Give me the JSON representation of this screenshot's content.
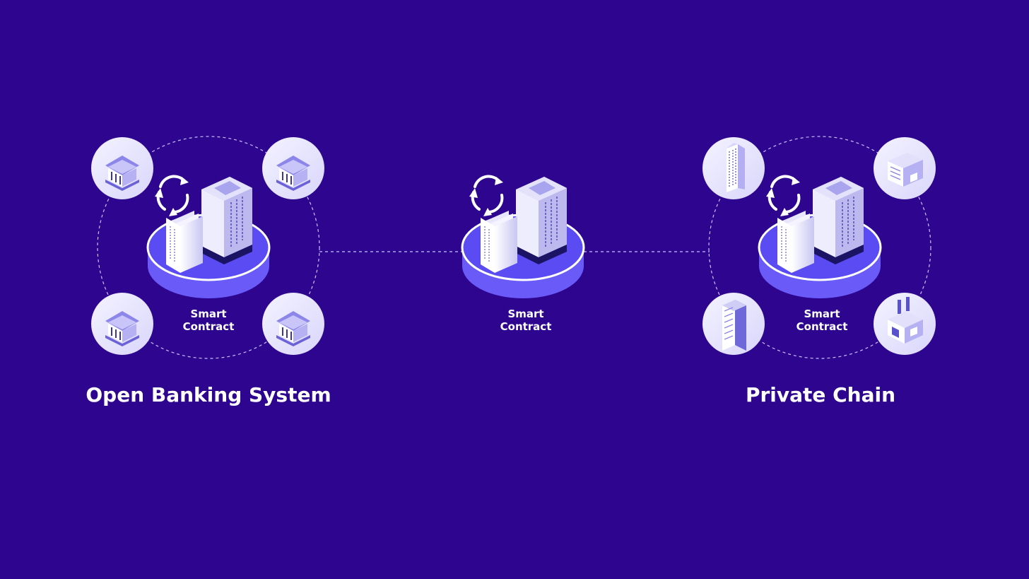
{
  "colors": {
    "background": "#2d058f",
    "platform_top": "#5a4cf2",
    "platform_side": "#6a5af8",
    "node_circle": "#ecebfd",
    "connector": "#c9c1ff"
  },
  "groups": [
    {
      "title": "Open Banking System",
      "hub_label_line1": "Smart",
      "hub_label_line2": "Contract",
      "nodes": [
        "bank-icon",
        "bank-icon",
        "bank-icon",
        "bank-icon"
      ]
    },
    {
      "title": "",
      "hub_label_line1": "Smart",
      "hub_label_line2": "Contract",
      "nodes": []
    },
    {
      "title": "Private Chain",
      "hub_label_line1": "Smart",
      "hub_label_line2": "Contract",
      "nodes": [
        "office-tower-icon",
        "warehouse-icon",
        "skyscraper-icon",
        "factory-icon"
      ]
    }
  ]
}
